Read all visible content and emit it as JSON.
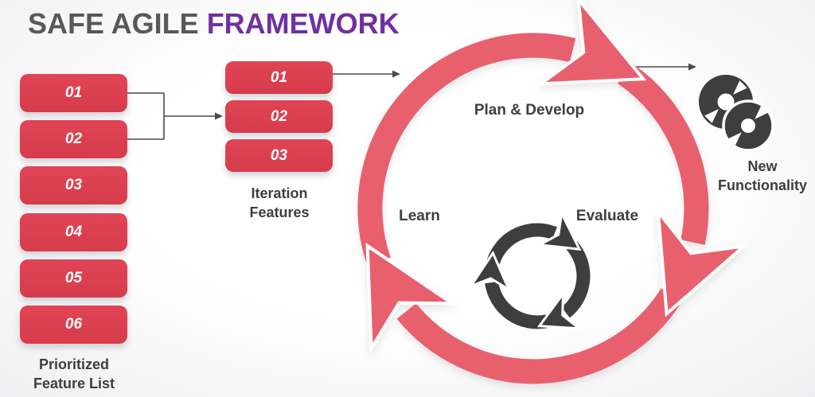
{
  "title": {
    "part1": "SAFE AGILE ",
    "part2": "FRAMEWORK"
  },
  "left_column": {
    "items": [
      "01",
      "02",
      "03",
      "04",
      "05",
      "06"
    ],
    "label_line1": "Prioritized",
    "label_line2": "Feature List"
  },
  "iteration_column": {
    "items": [
      "01",
      "02",
      "03"
    ],
    "label_line1": "Iteration",
    "label_line2": "Features"
  },
  "cycle": {
    "top_label": "Plan & Develop",
    "left_label": "Learn",
    "right_label": "Evaluate",
    "center_icon": "iteration-cycle-icon"
  },
  "output": {
    "icon": "cd-discs-icon",
    "label_line1": "New",
    "label_line2": "Functionality"
  },
  "colors": {
    "box_red": "#d63c4b",
    "box_red_light": "#e04456",
    "ring_pink": "#e8606e",
    "dark": "#3e3e3e",
    "title_gray": "#57585a",
    "title_purple": "#7030a0",
    "connector": "#4a4a4a",
    "bg_edge": "#eeeef0",
    "white": "#ffffff"
  }
}
